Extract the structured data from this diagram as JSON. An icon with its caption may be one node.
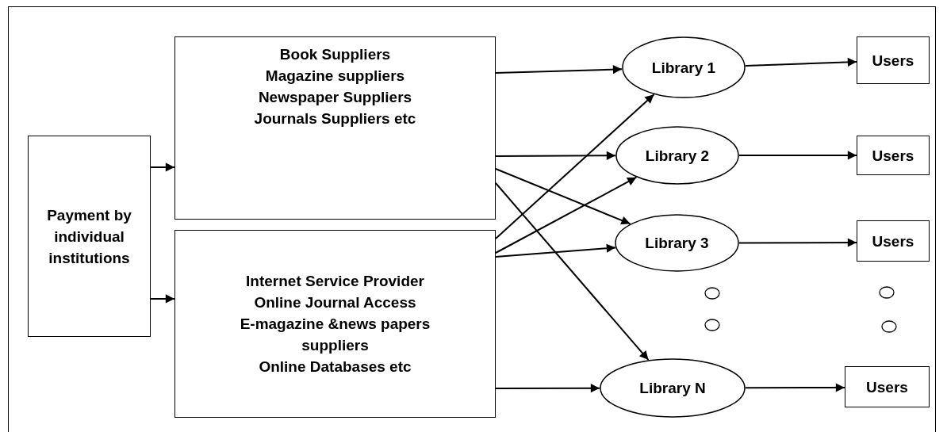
{
  "diagram": {
    "nodes": [
      {
        "text": [
          "Payment by individual institutions"
        ]
      },
      {
        "text": [
          "Book Suppliers",
          "Magazine suppliers",
          "Newspaper Suppliers",
          "Journals Suppliers etc"
        ]
      },
      {
        "text": [
          "Internet Service Provider",
          "Online Journal Access",
          "E-magazine &news papers suppliers",
          "Online Databases etc"
        ]
      },
      {
        "text": [
          "Library 1"
        ]
      },
      {
        "text": [
          "Library 2"
        ]
      },
      {
        "text": [
          "Library 3"
        ]
      },
      {
        "text": [
          "Library N"
        ]
      },
      {
        "text": [
          "Users"
        ]
      },
      {
        "text": [
          "Users"
        ]
      },
      {
        "text": [
          "Users"
        ]
      },
      {
        "text": [
          "Users"
        ]
      }
    ],
    "edges": [
      {
        "from": 0,
        "to": 1,
        "arrow": "to"
      },
      {
        "from": 0,
        "to": 2,
        "arrow": "to"
      },
      {
        "from": 1,
        "to": 3,
        "arrow": "to"
      },
      {
        "from": 1,
        "to": 4,
        "arrow": "to"
      },
      {
        "from": 1,
        "to": 5,
        "arrow": "to"
      },
      {
        "from": 1,
        "to": 6,
        "arrow": "to"
      },
      {
        "from": 2,
        "to": 3,
        "arrow": "to"
      },
      {
        "from": 2,
        "to": 4,
        "arrow": "to"
      },
      {
        "from": 2,
        "to": 5,
        "arrow": "to"
      },
      {
        "from": 2,
        "to": 6,
        "arrow": "to"
      },
      {
        "from": 3,
        "to": 7,
        "arrow": "to"
      },
      {
        "from": 4,
        "to": 8,
        "arrow": "to"
      },
      {
        "from": 5,
        "to": 9,
        "arrow": "to"
      },
      {
        "from": 6,
        "to": 10,
        "arrow": "to"
      }
    ]
  }
}
